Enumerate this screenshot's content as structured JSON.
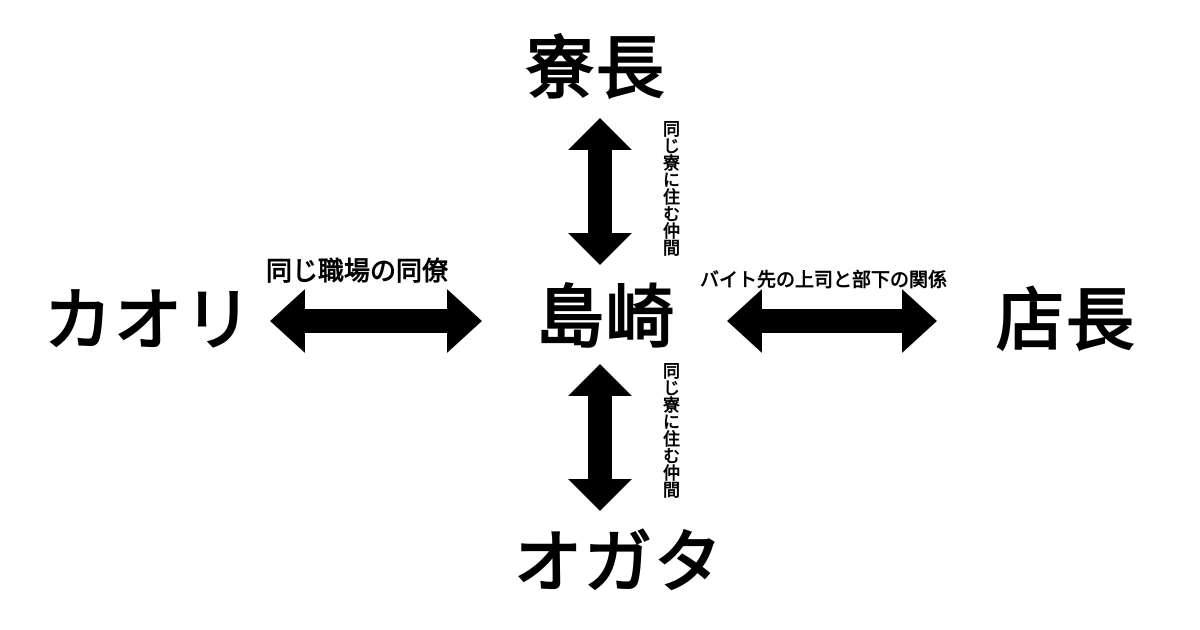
{
  "nodes": {
    "top": "寮長",
    "center": "島崎",
    "left": "カオリ",
    "right": "店長",
    "bottom": "オガタ"
  },
  "edges": {
    "top": "同じ寮に住む仲間",
    "bottom": "同じ寮に住む仲間",
    "left": "同じ職場の同僚",
    "right": "バイト先の上司と部下の関係"
  },
  "colors": {
    "background": "#ffffff",
    "ink": "#000000"
  }
}
